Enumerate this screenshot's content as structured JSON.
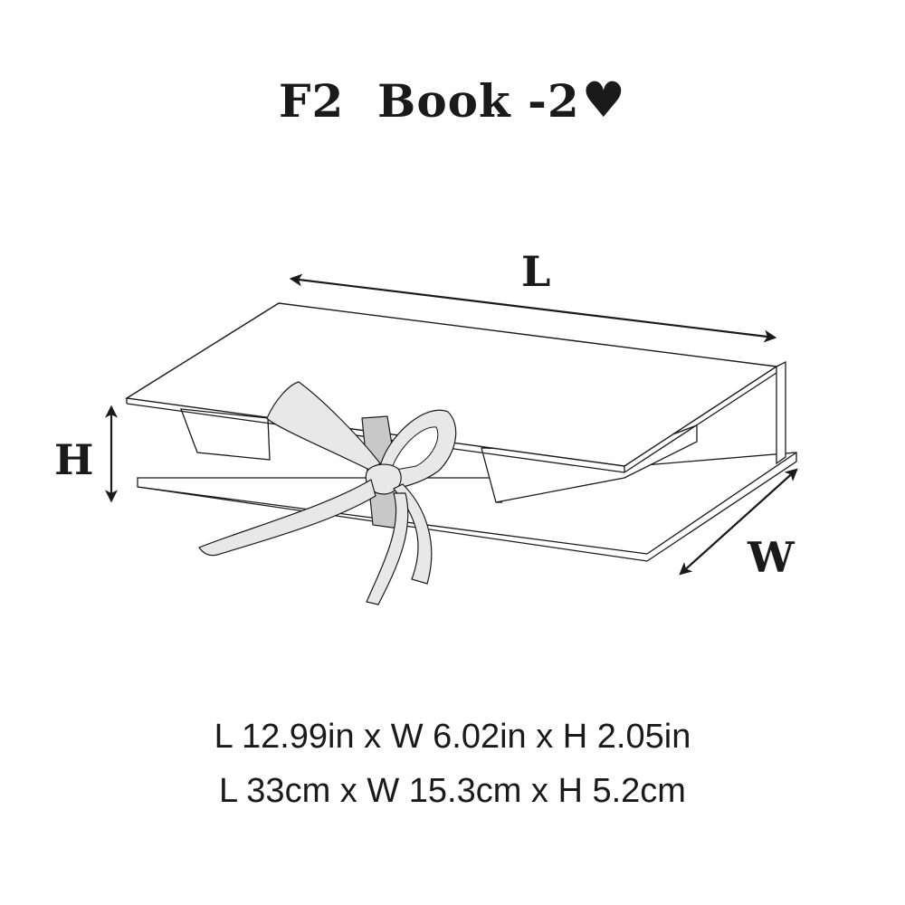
{
  "title": {
    "text": "F2  Book -2",
    "heart": "♥"
  },
  "dimensions": {
    "length_label": "L",
    "width_label": "W",
    "height_label": "H"
  },
  "specs": {
    "inches": "L 12.99in x W 6.02in x H 2.05in",
    "centimeters": "L 33cm x W 15.3cm x H 5.2cm"
  },
  "colors": {
    "line": "#1a1a1a",
    "ribbon_fill": "#e8e8e8",
    "ribbon_shadow": "#c8c8c8",
    "box_fill": "#ffffff"
  }
}
